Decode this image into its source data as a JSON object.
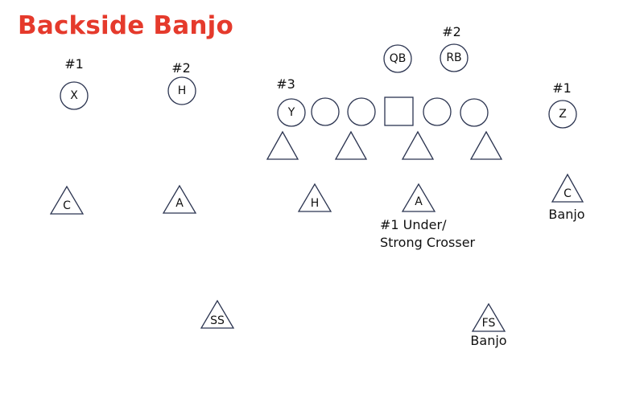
{
  "title": "Backside Banjo",
  "offense": {
    "x": "X",
    "h": "H",
    "y": "Y",
    "qb": "QB",
    "rb": "RB",
    "z": "Z",
    "x_num": "#1",
    "h_num": "#2",
    "y_num": "#3",
    "rb_num": "#2",
    "z_num": "#1"
  },
  "defense": {
    "c_left": "C",
    "a_left": "A",
    "h_mid": "H",
    "a_right": "A",
    "c_right": "C",
    "ss": "SS",
    "fs": "FS"
  },
  "notes": {
    "a_right_line1": "#1 Under/",
    "a_right_line2": "Strong Crosser",
    "c_right": "Banjo",
    "fs": "Banjo"
  }
}
